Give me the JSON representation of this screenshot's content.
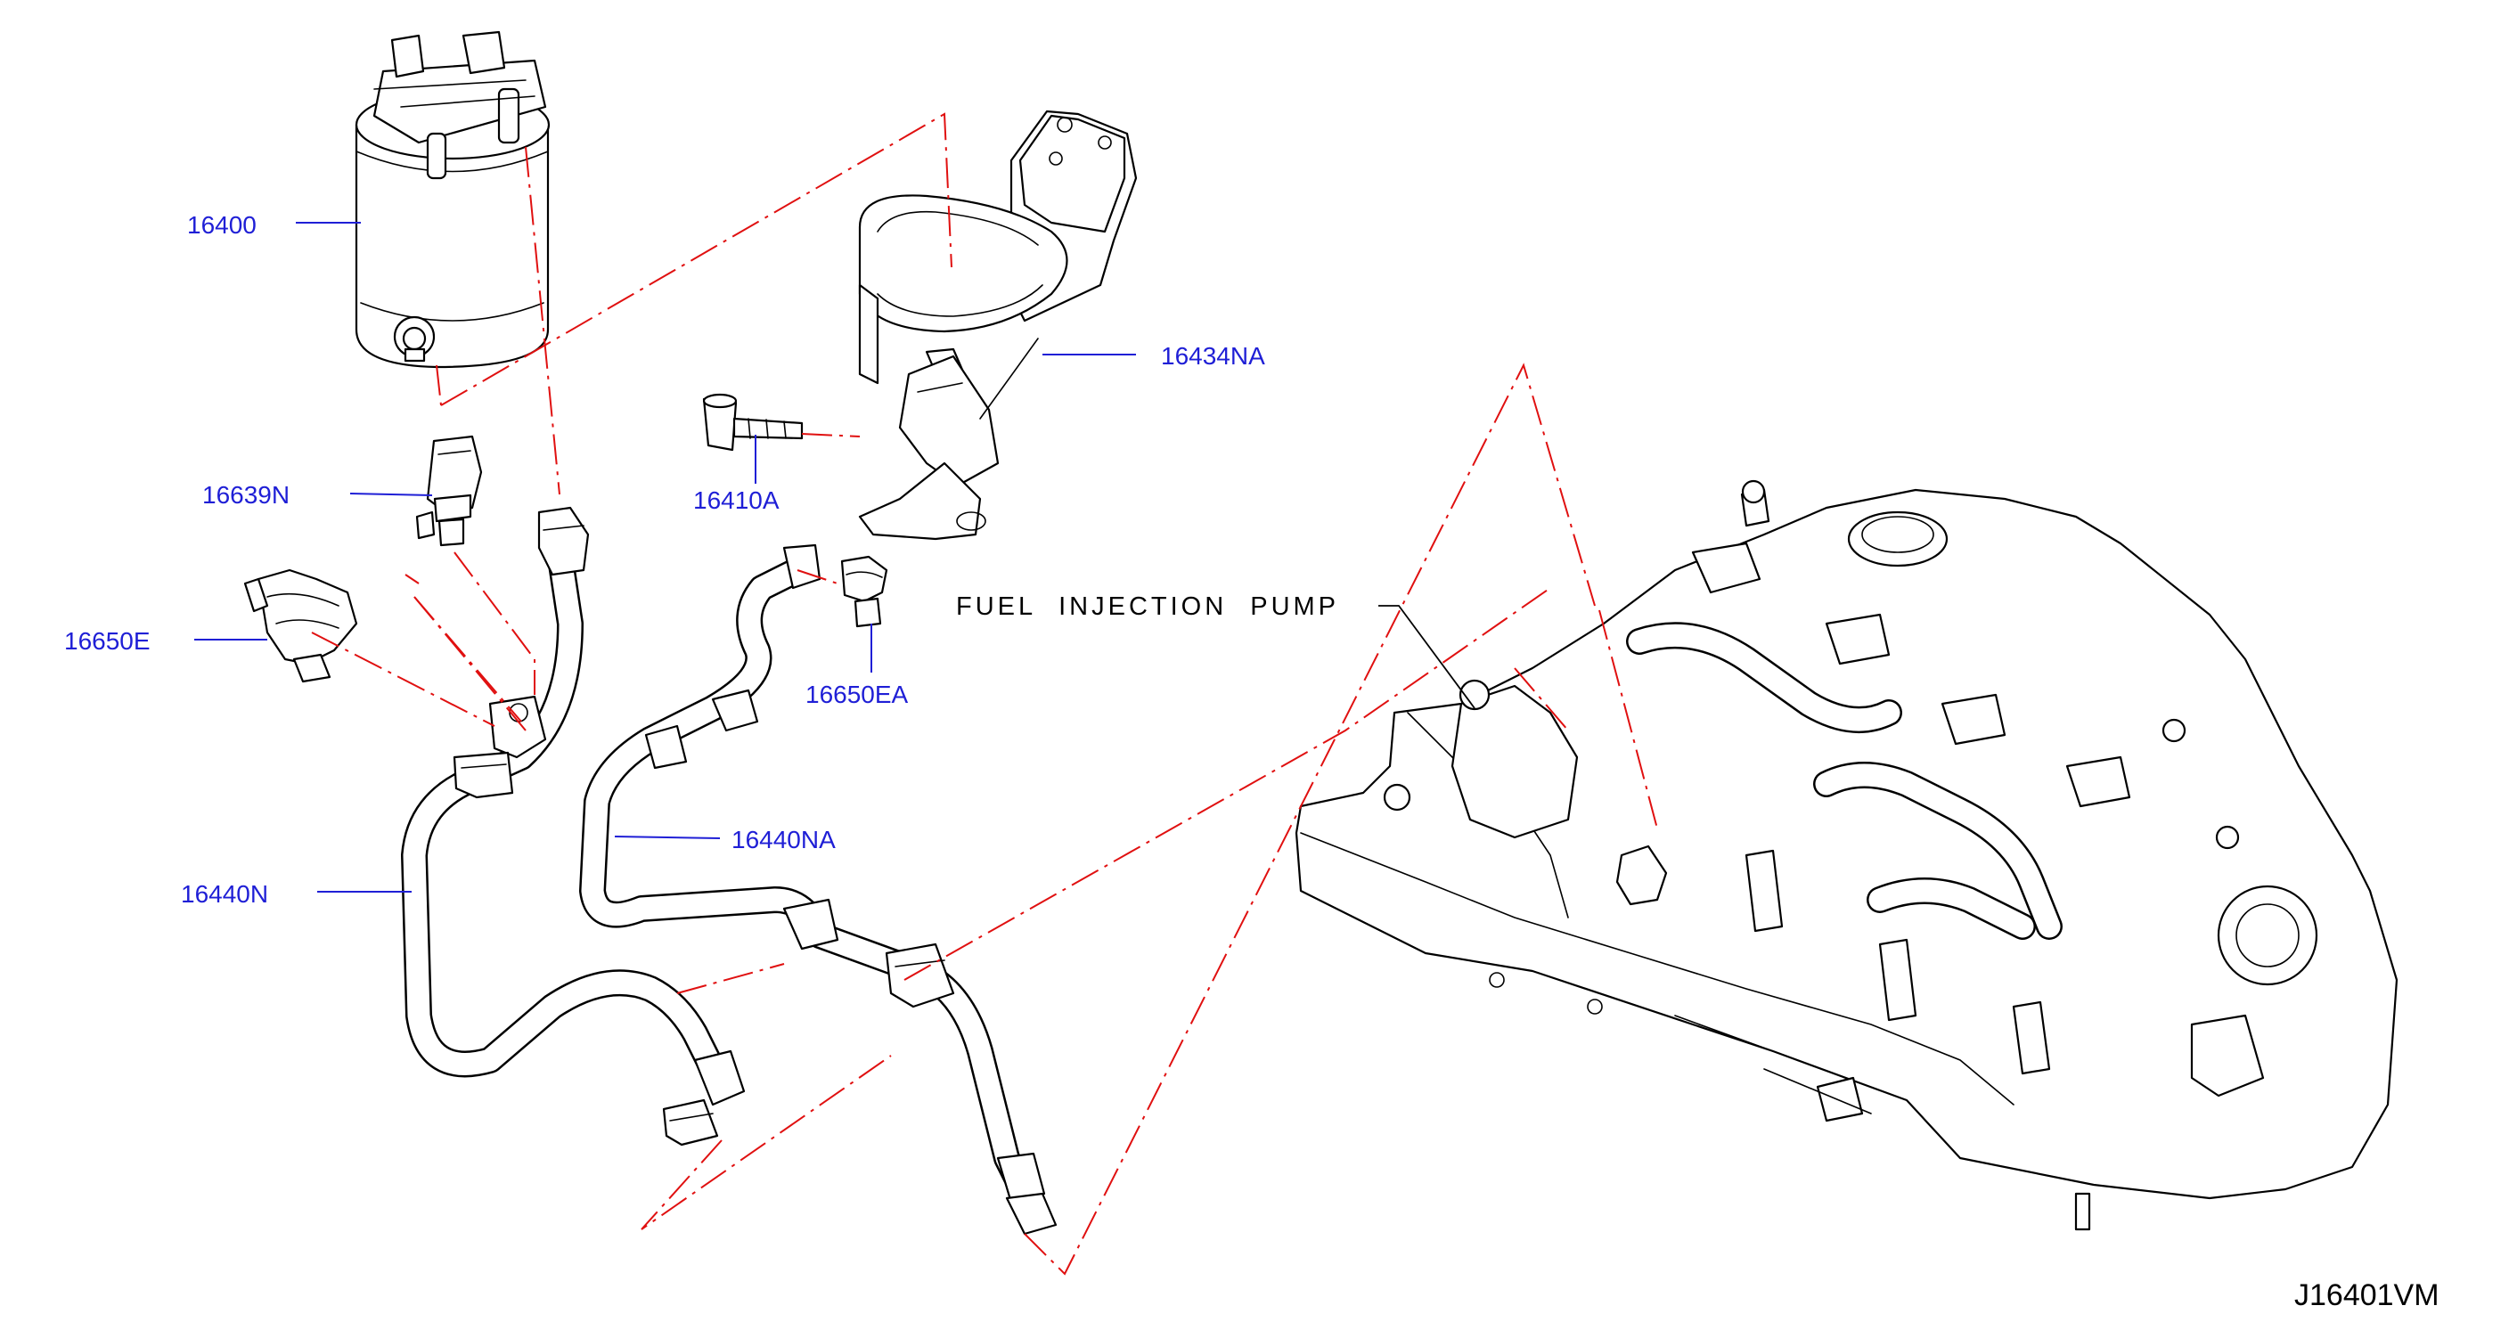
{
  "callouts": {
    "p16400": "16400",
    "p16434NA": "16434NA",
    "p16410A": "16410A",
    "p16639N": "16639N",
    "p16650E": "16650E",
    "p16650EA": "16650EA",
    "p16440NA": "16440NA",
    "p16440N": "16440N"
  },
  "notes": {
    "fuel_injection_pump": "FUEL INJECTION PUMP"
  },
  "diagram_code": "J16401VM",
  "colors": {
    "callout_text": "#1f1fd6",
    "phantom_line": "#e01010",
    "outline": "#000000"
  }
}
